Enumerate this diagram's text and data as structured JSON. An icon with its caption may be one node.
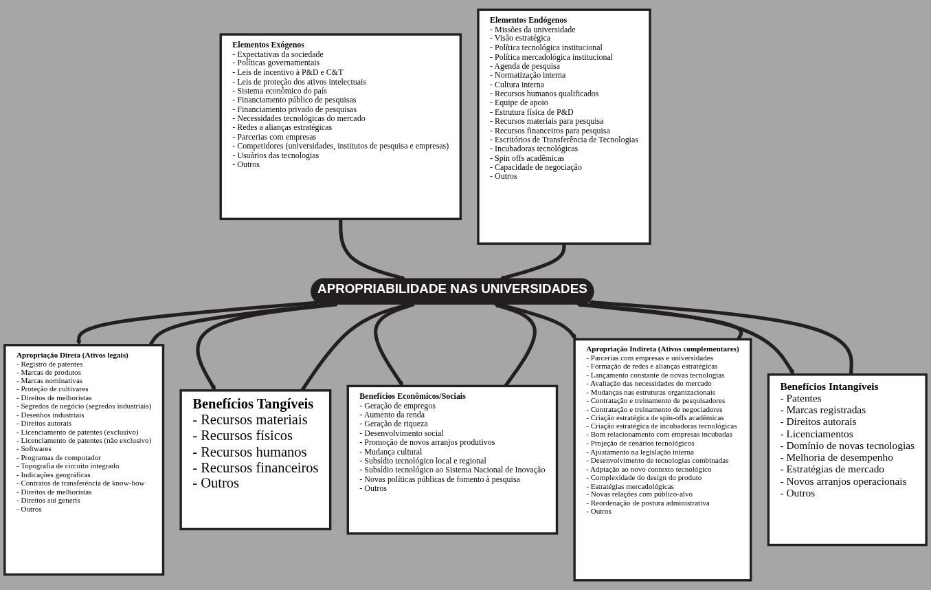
{
  "diagram": {
    "nodes": [
      {
        "text": [
          "Elementos Exógenos",
          "- Expectativas da sociedade",
          "- Políticas governamentais",
          "- Leis de incentivo à P&D e C&T",
          "- Leis de proteção dos ativos intelectuais",
          "- Sistema econômico do país",
          "- Financiamento público de pesquisas",
          "- Financiamento privado de pesquisas",
          "- Necessidades tecnológicas do mercado",
          "- Redes a alianças estratégicas",
          "- Parcerias com empresas",
          "- Competidores (universidades, institutos de pesquisa e empresas)",
          "- Usuários das tecnologias",
          "- Outros"
        ]
      },
      {
        "text": [
          "Apropriação Direta (Ativos legais)",
          "- Registro de patentes",
          "- Marcas de produtos",
          "- Marcas nominativas",
          "- Proteção de cultivares",
          "- Direitos de melhoristas",
          "- Segredos de negócio (segredos industriais)",
          "- Desenhos industriais",
          "- Direitos autorais",
          "- Licenciamento de patentes (exclusivo)",
          "- Licenciamento de patentes (não exclusivo)",
          "- Softwares",
          "- Programas de computador",
          "- Topografia de circuito integrado",
          "- Indicações geográficas",
          "- Contratos de transferência de know-how",
          "- Direitos de melhoristas",
          "- Direitos sui generis",
          "- Outros"
        ]
      },
      {
        "text": [
          "Benefícios Tangíveis",
          "- Recursos materiais",
          "- Recursos físicos",
          "- Recursos humanos",
          "- Recursos financeiros",
          "- Outros"
        ]
      },
      {
        "text": [
          "Benefícios Econômicos/Sociais",
          "- Geração de empregos",
          "- Aumento da renda",
          "- Geração de riqueza",
          "- Desenvolvimento social",
          "- Promoção de novos arranjos produtivos",
          "- Mudança cultural",
          "- Subsídio tecnológico local e regional",
          "- Subsídio tecnológico ao Sistema Nacional de Inovação",
          "- Novas políticas públicas de fomento à pesquisa",
          "- Outros"
        ]
      },
      {
        "text": [
          "APROPRIABILIDADE NAS UNIVERSIDADES"
        ]
      },
      {
        "text": [
          "Elementos Endógenos",
          "- Missões da universidade",
          "- Visão estratégica",
          "- Política tecnológica institucional",
          "- Política mercadológica institucional",
          "- Agenda de pesquisa",
          "- Normatização interna",
          "- Cultura interna",
          "- Recursos humanos qualificados",
          "- Equipe de apoio",
          "- Estrutura física de P&D",
          "- Recursos materiais para pesquisa",
          "- Recursos financeiros para pesquisa",
          "- Escritórios de Transferência de Tecnologias",
          "- Incubadoras tecnológicas",
          "- Spin offs acadêmicas",
          "- Capacidade de negociação",
          "- Outros"
        ]
      },
      {
        "text": [
          "Apropriação Indireta (Ativos complementares)",
          "- Parcerias com empresas e universidades",
          "- Formação de redes e alianças estratégicas",
          "- Lançamento constante de novas tecnologias",
          "- Avaliação das necessidades do mercado",
          "- Mudanças nas estruturas organizacionais",
          "- Contratação e treinamento de pesquisadores",
          "- Contratação e treinamento de negociadores",
          "- Criação estratégica de spin-offs acadêmicas",
          "- Criação estratégica de incubadoras tecnológicas",
          "- Bom relacionamento com empresas incubadas",
          "- Projeção de cenários tecnológicos",
          "- Ajustamento na legislação interna",
          "- Desenvolvimento de tecnologias combinadas",
          "- Adptação ao novo contexto tecnológico",
          "- Complexidade do design do produto",
          "- Estratégias mercadológicas",
          "- Novas relações com público-alvo",
          "- Reordenação de postura administrativa",
          "- Outros"
        ]
      },
      {
        "text": [
          "Benefícios Intangíveis",
          "- Patentes",
          "- Marcas registradas",
          "- Direitos autorais",
          "- Licenciamentos",
          "- Domínio de novas tecnologias",
          "- Melhoria de desempenho",
          "- Estratégias de mercado",
          "- Novos arranjos operacionais",
          "- Outros"
        ]
      }
    ],
    "edges": [
      {
        "from": 0,
        "to": 4,
        "arrow": "to"
      },
      {
        "from": 1,
        "to": 4,
        "arrow": "to"
      },
      {
        "from": 4,
        "to": 1,
        "arrow": "to"
      },
      {
        "from": 2,
        "to": 4,
        "arrow": "to"
      },
      {
        "from": 4,
        "to": 2,
        "arrow": "to"
      },
      {
        "from": 3,
        "to": 4,
        "arrow": "to"
      },
      {
        "from": 4,
        "to": 3,
        "arrow": "to"
      },
      {
        "from": 5,
        "to": 4,
        "arrow": "to"
      },
      {
        "from": 4,
        "to": 6,
        "arrow": "to"
      },
      {
        "from": 6,
        "to": 4,
        "arrow": "to"
      },
      {
        "from": 4,
        "to": 7,
        "arrow": "to"
      },
      {
        "from": 7,
        "to": 4,
        "arrow": "to"
      }
    ]
  }
}
